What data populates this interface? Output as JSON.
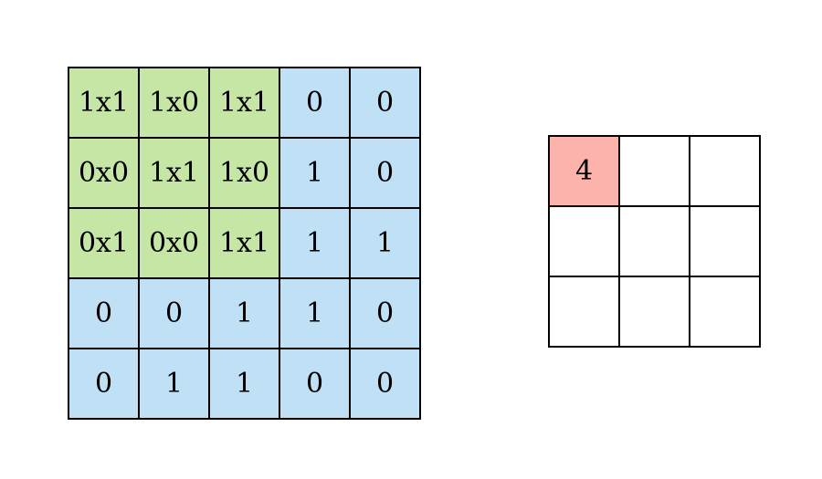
{
  "figure": {
    "kind": "convolution-illustration",
    "colors": {
      "kernel_highlight": "#c6e6a5",
      "input_fill": "#bfe0f5",
      "output_highlight": "#fcb3ac",
      "output_fill": "#ffffff",
      "grid_line": "#000000",
      "text": "#000000",
      "background": "#ffffff"
    }
  },
  "input_matrix": {
    "rows": 5,
    "cols": 5,
    "cells": [
      [
        {
          "text": "1x1",
          "style": "kernel"
        },
        {
          "text": "1x0",
          "style": "kernel"
        },
        {
          "text": "1x1",
          "style": "kernel"
        },
        {
          "text": "0",
          "style": "plain"
        },
        {
          "text": "0",
          "style": "plain"
        }
      ],
      [
        {
          "text": "0x0",
          "style": "kernel"
        },
        {
          "text": "1x1",
          "style": "kernel"
        },
        {
          "text": "1x0",
          "style": "kernel"
        },
        {
          "text": "1",
          "style": "plain"
        },
        {
          "text": "0",
          "style": "plain"
        }
      ],
      [
        {
          "text": "0x1",
          "style": "kernel"
        },
        {
          "text": "0x0",
          "style": "kernel"
        },
        {
          "text": "1x1",
          "style": "kernel"
        },
        {
          "text": "1",
          "style": "plain"
        },
        {
          "text": "1",
          "style": "plain"
        }
      ],
      [
        {
          "text": "0",
          "style": "plain"
        },
        {
          "text": "0",
          "style": "plain"
        },
        {
          "text": "1",
          "style": "plain"
        },
        {
          "text": "1",
          "style": "plain"
        },
        {
          "text": "0",
          "style": "plain"
        }
      ],
      [
        {
          "text": "0",
          "style": "plain"
        },
        {
          "text": "1",
          "style": "plain"
        },
        {
          "text": "1",
          "style": "plain"
        },
        {
          "text": "0",
          "style": "plain"
        },
        {
          "text": "0",
          "style": "plain"
        }
      ]
    ]
  },
  "output_matrix": {
    "rows": 3,
    "cols": 3,
    "cells": [
      [
        {
          "text": "4",
          "style": "result"
        },
        {
          "text": "",
          "style": "empty"
        },
        {
          "text": "",
          "style": "empty"
        }
      ],
      [
        {
          "text": "",
          "style": "empty"
        },
        {
          "text": "",
          "style": "empty"
        },
        {
          "text": "",
          "style": "empty"
        }
      ],
      [
        {
          "text": "",
          "style": "empty"
        },
        {
          "text": "",
          "style": "empty"
        },
        {
          "text": "",
          "style": "empty"
        }
      ]
    ]
  }
}
